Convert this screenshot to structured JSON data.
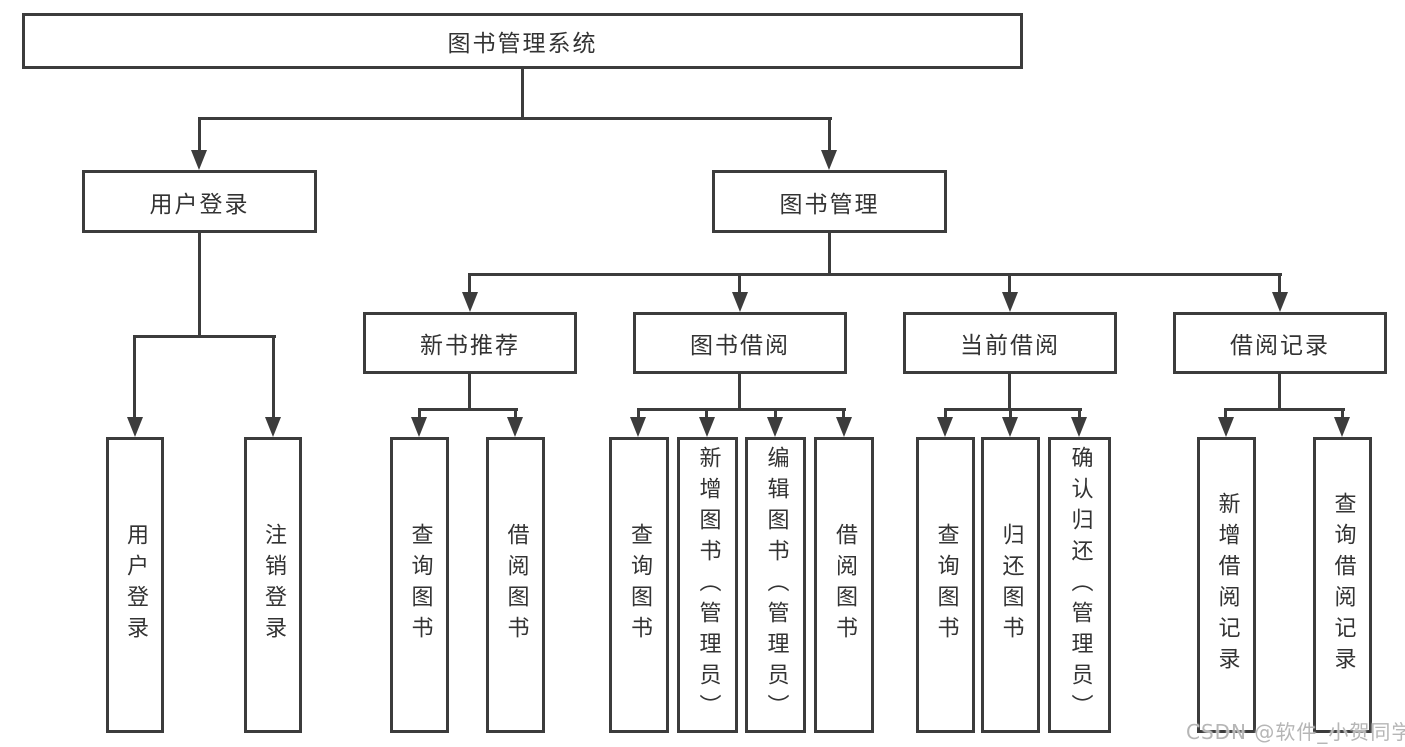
{
  "colors": {
    "background": "#ffffff",
    "line": "#3c3c3c",
    "text": "#333333",
    "watermark": "#b6b6b6"
  },
  "diagram": {
    "type": "tree",
    "root": {
      "label": "图书管理系统"
    },
    "branches": {
      "user_login": {
        "label": "用户登录",
        "children": {
          "login": "用户登录",
          "logout": "注销登录"
        }
      },
      "book_mgmt": {
        "label": "图书管理",
        "sections": {
          "new_books": {
            "label": "新书推荐",
            "children": {
              "query": "查询图书",
              "borrow": "借阅图书"
            }
          },
          "book_borrow": {
            "label": "图书借阅",
            "children": {
              "query": "查询图书",
              "add": "新增图书（管理员）",
              "edit": "编辑图书（管理员）",
              "borrow": "借阅图书"
            }
          },
          "current_borrow": {
            "label": "当前借阅",
            "children": {
              "query": "查询图书",
              "return": "归还图书",
              "confirm": "确认归还（管理员）"
            }
          },
          "borrow_records": {
            "label": "借阅记录",
            "children": {
              "add": "新增借阅记录",
              "query": "查询借阅记录"
            }
          }
        }
      }
    }
  },
  "watermark": {
    "text": "CSDN @软件_小贺同学"
  }
}
